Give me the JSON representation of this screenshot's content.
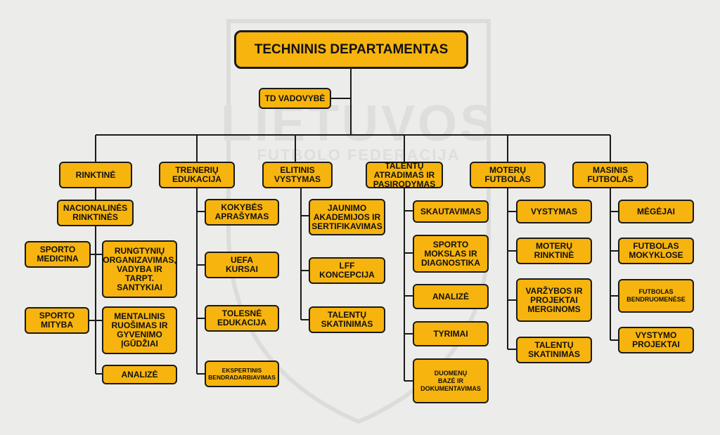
{
  "watermark": {
    "name": "LIETUVOS",
    "subtitle": "FUTBOLO FEDERACIJA"
  },
  "root": "TECHNINIS DEPARTAMENTAS",
  "management": "TD VADOVYBĖ",
  "departments": [
    {
      "label": "RINKTINĖ",
      "children": [
        "NACIONALINĖS\nRINKTINĖS",
        "SPORTO\nMEDICINA",
        "RUNGTYNIŲ\nORGANIZAVIMAS,\nVADYBA IR\nTARPT.\nSANTYKIAI",
        "SPORTO\nMITYBA",
        "MENTALINIS\nRUOŠIMAS IR\nGYVENIMO\nĮGŪDŽIAI",
        "ANALIZĖ"
      ]
    },
    {
      "label": "TRENERIŲ\nEDUKACIJA",
      "children": [
        "KOKYBĖS\nAPRAŠYMAS",
        "UEFA\nKURSAI",
        "TOLESNĖ\nEDUKACIJA",
        "EKSPERTINIS\nBENDRADARBIAVIMAS"
      ]
    },
    {
      "label": "ELITINIS\nVYSTYMAS",
      "children": [
        "JAUNIMO\nAKADEMIJOS IR\nSERTIFIKAVIMAS",
        "LFF\nKONCEPCIJA",
        "TALENTŲ\nSKATINIMAS"
      ]
    },
    {
      "label": "TALENTŲ\nATRADIMAS IR\nPASIRODYMAS",
      "children": [
        "SKAUTAVIMAS",
        "SPORTO\nMOKSLAS IR\nDIAGNOSTIKA",
        "ANALIZĖ",
        "TYRIMAI",
        "DUOMENŲ\nBAZĖ IR\nDOKUMENTAVIMAS"
      ]
    },
    {
      "label": "MOTERŲ\nFUTBOLAS",
      "children": [
        "VYSTYMAS",
        "MOTERŲ\nRINKTINĖ",
        "VARŽYBOS IR\nPROJEKTAI\nMERGINOMS",
        "TALENTŲ\nSKATINIMAS"
      ]
    },
    {
      "label": "MASINIS\nFUTBOLAS",
      "children": [
        "MĖGĖJAI",
        "FUTBOLAS\nMOKYKLOSE",
        "FUTBOLAS\nBENDRUOMENĖSE",
        "VYSTYMO\nPROJEKTAI"
      ]
    }
  ],
  "colors": {
    "box": "#f7b40e",
    "border": "#1a1a1a",
    "background": "#ececea",
    "watermark": "#d9d9d7"
  }
}
